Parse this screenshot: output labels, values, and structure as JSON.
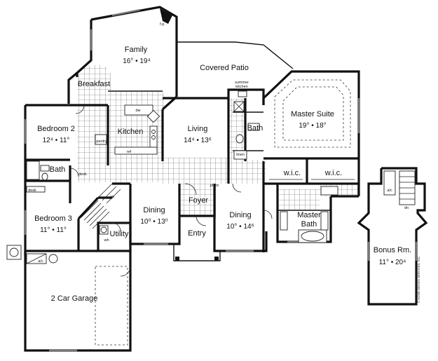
{
  "rooms": {
    "family": {
      "name": "Family",
      "dims": "16° • 19⁴"
    },
    "covered_patio": {
      "name": "Covered Patio"
    },
    "breakfast": {
      "name": "Breakfast"
    },
    "master_suite": {
      "name": "Master Suite",
      "dims": "19° • 18°"
    },
    "bedroom2": {
      "name": "Bedroom 2",
      "dims": "12⁴ • 11°"
    },
    "kitchen": {
      "name": "Kitchen"
    },
    "living": {
      "name": "Living",
      "dims": "14⁴ • 13⁶"
    },
    "bath_master_side": {
      "name": "Bath"
    },
    "bath_left": {
      "name": "Bath"
    },
    "wic_left": {
      "name": "w.i.c."
    },
    "wic_right": {
      "name": "w.i.c."
    },
    "bedroom3": {
      "name": "Bedroom 3",
      "dims": "11° • 11°"
    },
    "dining_left": {
      "name": "Dining",
      "dims": "10⁰ • 13⁰"
    },
    "foyer": {
      "name": "Foyer"
    },
    "dining_right": {
      "name": "Dining",
      "dims": "10° • 14⁶"
    },
    "master_bath": {
      "name": "Master\nBath",
      "line1": "Master",
      "line2": "Bath"
    },
    "entry": {
      "name": "Entry"
    },
    "utility": {
      "name": "Utility"
    },
    "garage": {
      "name": "2 Car Garage"
    },
    "bonus": {
      "name": "Bonus Rm.",
      "dims": "11° • 20⁴"
    }
  },
  "labels": {
    "fp": "f.p.",
    "summer_kitchen_1": "summer",
    "summer_kitchen_2": "kitchen",
    "linen": "linen",
    "pantry": "pantry",
    "desk_kitchen": "desk",
    "desk_bed": "desk",
    "dw": "dw",
    "ref": "ref",
    "ac_garage": "a/c",
    "ac_bonus": "a/c",
    "up": "up",
    "dn": "dn",
    "wh": "wh",
    "plant": "plant",
    "copyright": "© HOME DESIGN SERVICES, INC."
  }
}
